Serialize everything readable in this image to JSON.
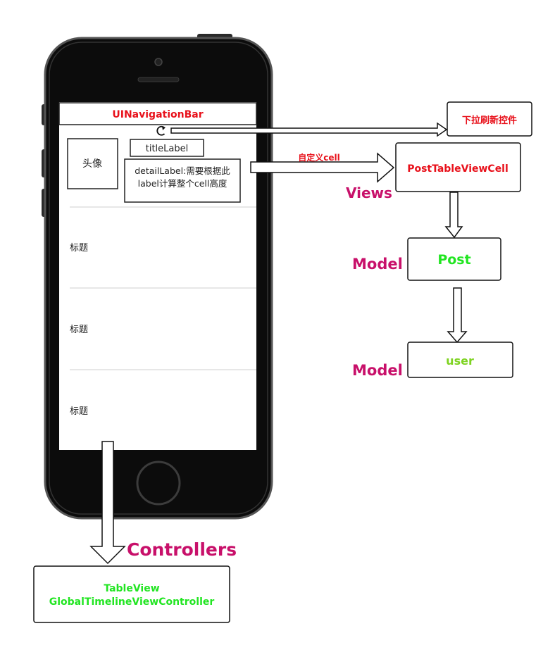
{
  "colors": {
    "accent_red": "#e8101a",
    "label_magenta": "#c8106a",
    "model_green": "#22e522",
    "user_green": "#7ed321",
    "phone_body": "#0c0c0c",
    "stroke": "#111111",
    "divider": "#cfcfcf"
  },
  "phone": {
    "nav_bar_title": "UINavigationBar",
    "refresh_icon": "refresh-icon",
    "header_cell": {
      "avatar_label": "头像",
      "title_label": "titleLabel",
      "detail_label_line1": "detailLabel:需要根据此",
      "detail_label_line2": "label计算整个cell高度"
    },
    "rows": [
      {
        "title": "标题"
      },
      {
        "title": "标题"
      },
      {
        "title": "标题"
      }
    ]
  },
  "annotations": {
    "refresh_control": "下拉刷新控件",
    "custom_cell": "自定义cell",
    "post_table_view_cell": "PostTableViewCell",
    "views_label": "Views",
    "model_label_1": "Model",
    "post": "Post",
    "model_label_2": "Model",
    "user": "user",
    "controllers_label": "Controllers",
    "controller_line1": "TableView",
    "controller_line2": "GlobalTimelineViewController"
  }
}
